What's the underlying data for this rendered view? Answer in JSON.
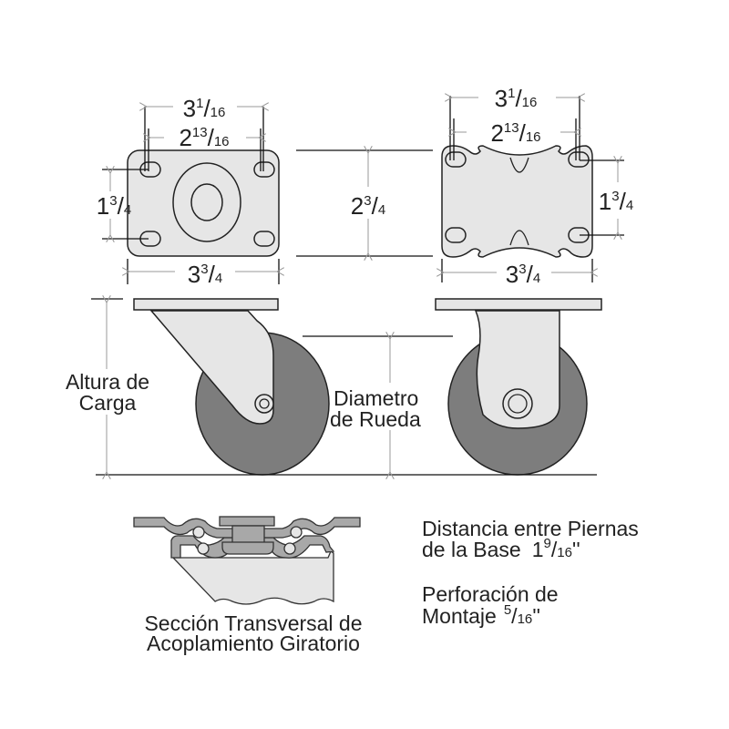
{
  "top_left_plate": {
    "hole_span_outer": {
      "whole": "3",
      "num": "1",
      "den": "16"
    },
    "hole_span_inner": {
      "whole": "2",
      "num": "13",
      "den": "16"
    },
    "hole_span_vertical": {
      "whole": "1",
      "num": "3",
      "den": "4"
    },
    "plate_width": {
      "whole": "3",
      "num": "3",
      "den": "4"
    }
  },
  "plate_height": {
    "whole": "2",
    "num": "3",
    "den": "4"
  },
  "top_right_plate": {
    "hole_span_outer": {
      "whole": "3",
      "num": "1",
      "den": "16"
    },
    "hole_span_inner": {
      "whole": "2",
      "num": "13",
      "den": "16"
    },
    "hole_span_vertical": {
      "whole": "1",
      "num": "3",
      "den": "4"
    },
    "plate_width": {
      "whole": "3",
      "num": "3",
      "den": "4"
    }
  },
  "load_height_label": [
    "Altura de",
    "Carga"
  ],
  "wheel_diameter_label": [
    "Diametro",
    "de Rueda"
  ],
  "cross_section_label": [
    "Sección Transversal de",
    "Acoplamiento Giratorio"
  ],
  "leg_distance": {
    "line1": "Distancia entre Piernas",
    "line2": "de la Base",
    "whole": "1",
    "num": "9",
    "den": "16",
    "unit": "''"
  },
  "mounting_hole": {
    "line1": "Perforación de",
    "line2": "Montaje",
    "num": "5",
    "den": "16",
    "unit": "''"
  },
  "colors": {
    "plate": "#e6e6e6",
    "wheel": "#7d7d7d",
    "section": "#a8a8a8"
  }
}
